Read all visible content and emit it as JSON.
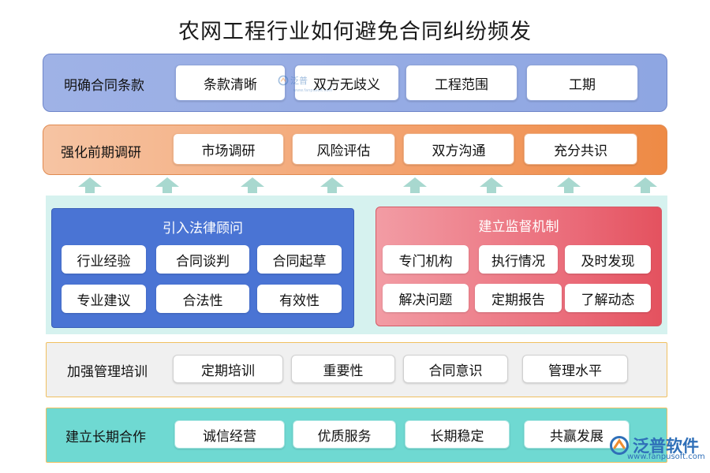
{
  "title": "农网工程行业如何避免合同纠纷频发",
  "band1": {
    "label": "明确合同条款",
    "items": [
      "条款清晰",
      "双方无歧义",
      "工程范围",
      "工期"
    ]
  },
  "band2": {
    "label": "强化前期调研",
    "items": [
      "市场调研",
      "风险评估",
      "双方沟通",
      "充分共识"
    ]
  },
  "left_panel": {
    "title": "引入法律顾问",
    "items": [
      "行业经验",
      "合同谈判",
      "合同起草",
      "专业建议",
      "合法性",
      "有效性"
    ]
  },
  "right_panel": {
    "title": "建立监督机制",
    "items": [
      "专门机构",
      "执行情况",
      "及时发现",
      "解决问题",
      "定期报告",
      "了解动态"
    ]
  },
  "band3": {
    "label": "加强管理培训",
    "items": [
      "定期培训",
      "重要性",
      "合同意识",
      "管理水平"
    ]
  },
  "band4": {
    "label": "建立长期合作",
    "items": [
      "诚信经营",
      "优质服务",
      "长期稳定",
      "共赢发展"
    ]
  },
  "logo": {
    "name": "泛普软件",
    "url": "www.fanpusoft.com",
    "faint_name": "泛普",
    "faint_url": "www.fanpusoft.com"
  },
  "colors": {
    "band1": "#8ea6e2",
    "band2": "#f3a06b",
    "left_panel": "#4a74d4",
    "right_panel": "#ea6a78",
    "band3": "#f0f0f0",
    "band4": "#6fd9d2",
    "arrow": "#a8d8cf",
    "brand": "#2f6fb8"
  }
}
